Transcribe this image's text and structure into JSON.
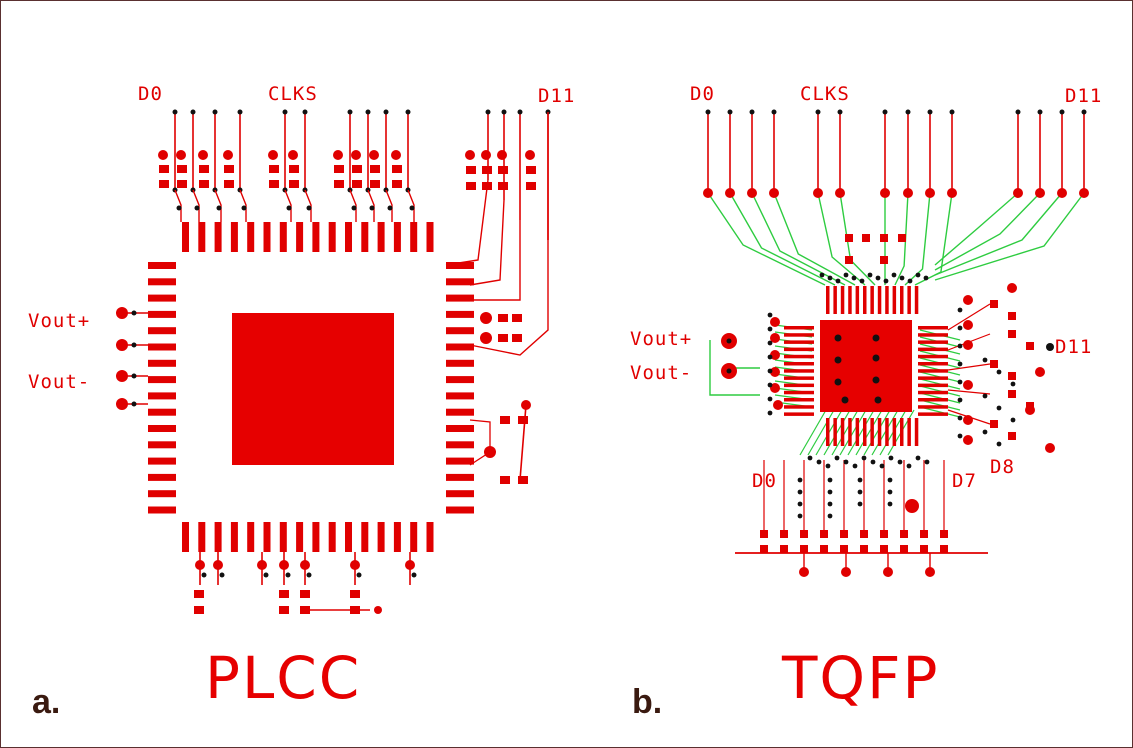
{
  "panel_a": {
    "letter": "a.",
    "package": "PLCC",
    "labels": {
      "d0": "D0",
      "clks": "CLKS",
      "d11": "D11",
      "vout_plus": "Vout+",
      "vout_minus": "Vout-"
    }
  },
  "panel_b": {
    "letter": "b.",
    "package": "TQFP",
    "labels": {
      "d0": "D0",
      "clks": "CLKS",
      "d11": "D11",
      "d11_side": "D11",
      "vout_plus": "Vout+",
      "vout_minus": "Vout-",
      "d0_low": "D0",
      "d7": "D7",
      "d8": "D8"
    }
  },
  "colors": {
    "copper_top": "#e00000",
    "copper_bottom": "#2ecc40",
    "via": "#111111",
    "panel_text": "#3a1a10"
  }
}
